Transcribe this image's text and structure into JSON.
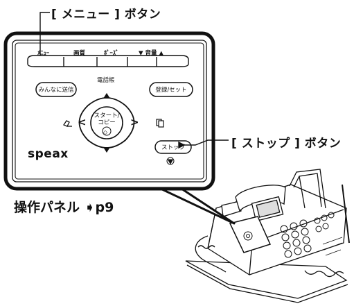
{
  "callouts": {
    "menu_button": "[ メニュー ] ボタン",
    "stop_button": "[ ストップ ] ボタン",
    "panel_ref": "操作パネル ➧p9"
  },
  "panel": {
    "top_keys": [
      "ﾒﾆｭｰ",
      "画質",
      "ﾎﾟｰｽﾞ",
      "▼ 音量 ▲"
    ],
    "phonebook": "電話帳",
    "send_all": "みんなに送信",
    "register": "登録/セット",
    "start_copy_line1": "スタート/",
    "start_copy_line2": "コピー",
    "stop": "ストップ",
    "brand": "speax"
  }
}
